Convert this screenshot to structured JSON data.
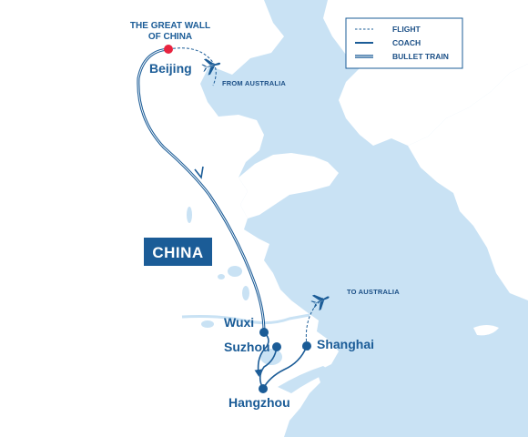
{
  "map": {
    "country_label": "CHINA",
    "colors": {
      "water": "#c9e2f4",
      "land": "#ffffff",
      "route": "#1b5c97",
      "highlight_marker": "#e8233f",
      "country_box": "#1b5c97"
    },
    "legend": {
      "items": [
        {
          "style": "flight",
          "label": "FLIGHT"
        },
        {
          "style": "coach",
          "label": "COACH"
        },
        {
          "style": "bullet-train",
          "label": "BULLET TRAIN"
        }
      ]
    },
    "places": {
      "great_wall_line1": "THE GREAT WALL",
      "great_wall_line2": "OF CHINA",
      "beijing": "Beijing",
      "wuxi": "Wuxi",
      "suzhou": "Suzhou",
      "shanghai": "Shanghai",
      "hangzhou": "Hangzhou"
    },
    "annotations": {
      "from_australia": "FROM AUSTRALIA",
      "to_australia": "TO AUSTRALIA"
    },
    "icons": [
      "airplane-icon",
      "airplane-icon"
    ]
  }
}
